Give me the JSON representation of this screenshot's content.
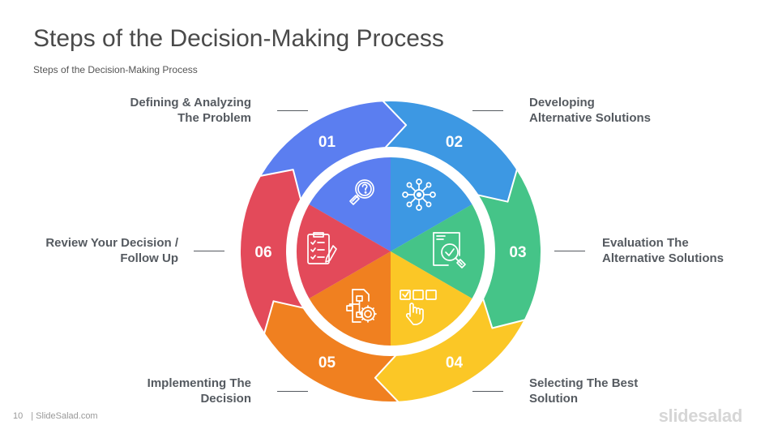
{
  "slide": {
    "title": "Steps of the Decision-Making Process",
    "subtitle": "Steps of the Decision-Making Process"
  },
  "steps": [
    {
      "number": "01",
      "lines": [
        "Defining & Analyzing",
        "The Problem"
      ],
      "color": "#5b7ef0",
      "icon": "magnifier-question-icon"
    },
    {
      "number": "02",
      "lines": [
        "Developing",
        "Alternative Solutions"
      ],
      "color": "#3d98e3",
      "icon": "network-hub-icon"
    },
    {
      "number": "03",
      "lines": [
        "Evaluation The",
        "Alternative Solutions"
      ],
      "color": "#45c488",
      "icon": "evaluation-check-icon"
    },
    {
      "number": "04",
      "lines": [
        "Selecting The Best",
        "Solution"
      ],
      "color": "#fbc726",
      "icon": "hand-select-icon"
    },
    {
      "number": "05",
      "lines": [
        "Implementing The",
        "Decision"
      ],
      "color": "#f08020",
      "icon": "flowchart-gear-icon"
    },
    {
      "number": "06",
      "lines": [
        "Review Your Decision /",
        "Follow Up"
      ],
      "color": "#e34a5a",
      "icon": "checklist-pencil-icon"
    }
  ],
  "footer": {
    "page_number": "10",
    "site": "| SlideSalad.com",
    "logo": "slidesalad"
  }
}
